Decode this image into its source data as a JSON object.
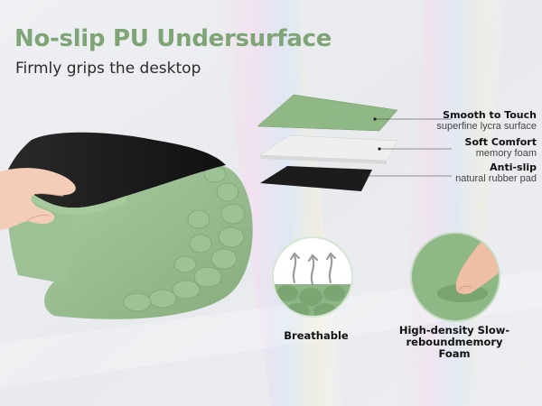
{
  "headline": {
    "title": "No-slip PU Undersurface",
    "subtitle": "Firmly grips the desktop"
  },
  "layers": [
    {
      "name": "Smooth to Touch",
      "description": "superfine lycra surface"
    },
    {
      "name": "Soft Comfort",
      "description": "memory foam"
    },
    {
      "name": "Anti-slip",
      "description": "natural rubber pad"
    }
  ],
  "features": {
    "breathable": "Breathable",
    "foam_line1": "High-density Slow-",
    "foam_line2": "reboundmemory Foam"
  },
  "colors": {
    "accent_green": "#7fa577",
    "pad_green": "#9cc194",
    "rubber_black": "#1c1c1c",
    "foam_white": "#f1f1f1"
  }
}
